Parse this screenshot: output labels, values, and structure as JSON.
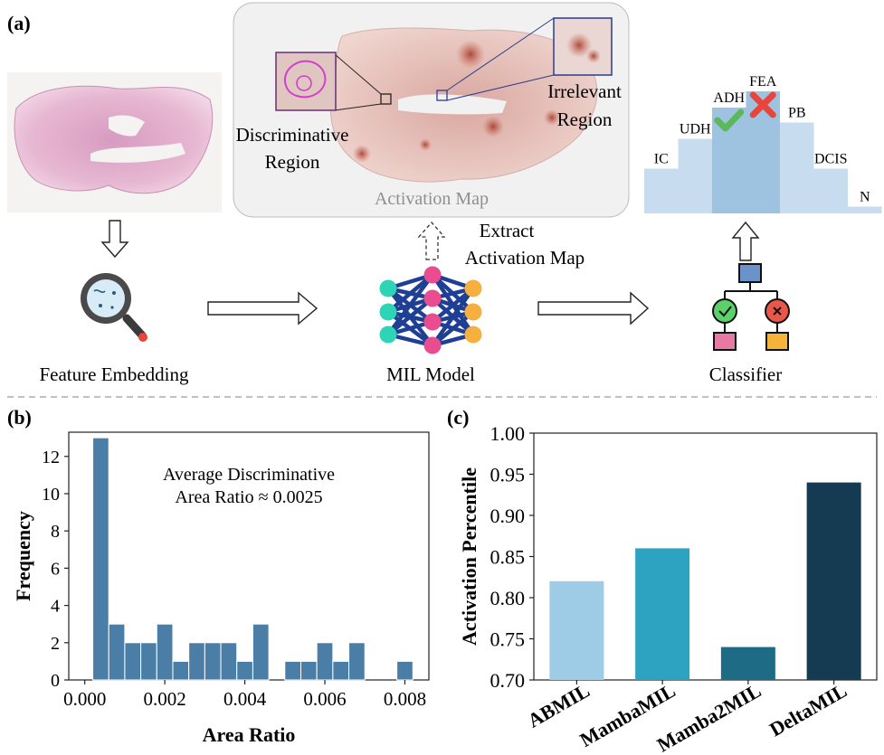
{
  "panel_a": {
    "label": "(a)",
    "activation_map_title": "Activation Map",
    "discriminative_region": [
      "Discriminative",
      "Region"
    ],
    "irrelevant_region": [
      "Irrelevant",
      "Region"
    ],
    "extract_label": [
      "Extract",
      "Activation Map"
    ],
    "feature_embedding": "Feature Embedding",
    "mil_model": "MIL Model",
    "classifier": "Classifier",
    "class_bars": {
      "labels": [
        "IC",
        "UDH",
        "ADH",
        "FEA",
        "PB",
        "DCIS",
        "N"
      ],
      "values": [
        0.33,
        0.55,
        0.78,
        0.9,
        0.67,
        0.33,
        0.05
      ],
      "check_class": "ADH",
      "cross_class": "FEA"
    },
    "colors": {
      "check": "#5cb85c",
      "cross": "#e8453c",
      "bar": "#c7dcee",
      "bar_dark": "#9ec3e0"
    }
  },
  "chart_data": [
    {
      "panel": "(b)",
      "type": "bar",
      "xlabel": "Area Ratio",
      "ylabel": "Frequency",
      "annotation": [
        "Average Discriminative",
        "Area Ratio ≈ 0.0025"
      ],
      "bin_width": 0.0004,
      "x_start": 0.0002,
      "bins": [
        13,
        3,
        2,
        2,
        3,
        1,
        2,
        2,
        2,
        1,
        3,
        0,
        1,
        1,
        2,
        1,
        2,
        0,
        0,
        1
      ],
      "xlim": [
        -0.0004,
        0.0086
      ],
      "ylim": [
        0,
        13.3
      ],
      "xticks": [
        "0.000",
        "0.002",
        "0.004",
        "0.006",
        "0.008"
      ],
      "xtick_values": [
        0,
        0.002,
        0.004,
        0.006,
        0.008
      ],
      "yticks": [
        0,
        2,
        4,
        6,
        8,
        10,
        12
      ],
      "color": "#4a7ea6"
    },
    {
      "panel": "(c)",
      "type": "bar",
      "categories": [
        "ABMIL",
        "MambaMIL",
        "Mamba2MIL",
        "DeltaMIL"
      ],
      "values": [
        0.82,
        0.86,
        0.74,
        0.94
      ],
      "colors": [
        "#9ecbe6",
        "#2ea3c1",
        "#1d6b85",
        "#143b52"
      ],
      "ylabel": "Activation Percentile",
      "ylim": [
        0.7,
        1.0
      ],
      "yticks": [
        "0.70",
        "0.75",
        "0.80",
        "0.85",
        "0.90",
        "0.95",
        "1.00"
      ]
    }
  ]
}
